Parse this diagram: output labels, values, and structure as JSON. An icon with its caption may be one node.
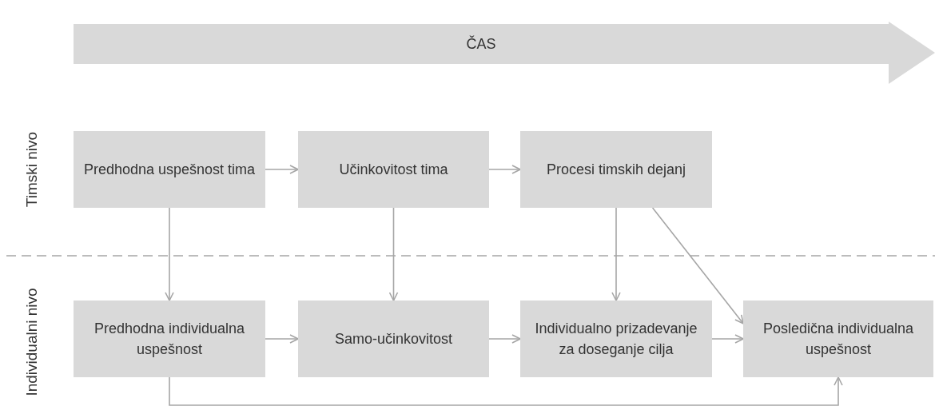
{
  "diagram": {
    "nodes": [
      {
        "text": [
          "ČAS"
        ]
      },
      {
        "text": [
          "Predhodna uspešnost tima"
        ]
      },
      {
        "text": [
          "Učinkovitost tima"
        ]
      },
      {
        "text": [
          "Procesi timskih dejanj"
        ]
      },
      {
        "text": [
          "Predhodna individualna uspešnost"
        ]
      },
      {
        "text": [
          "Samo-učinkovitost"
        ]
      },
      {
        "text": [
          "Individualno prizadevanje za doseganje cilja"
        ]
      },
      {
        "text": [
          "Posledična individualna uspešnost"
        ]
      }
    ],
    "edges": [
      {
        "from": 1,
        "to": 2,
        "arrow": "to"
      },
      {
        "from": 2,
        "to": 3,
        "arrow": "to"
      },
      {
        "from": 1,
        "to": 4,
        "arrow": "to"
      },
      {
        "from": 2,
        "to": 5,
        "arrow": "to"
      },
      {
        "from": 3,
        "to": 6,
        "arrow": "to"
      },
      {
        "from": 3,
        "to": 7,
        "arrow": "to"
      },
      {
        "from": 4,
        "to": 5,
        "arrow": "to"
      },
      {
        "from": 5,
        "to": 6,
        "arrow": "to"
      },
      {
        "from": 6,
        "to": 7,
        "arrow": "to"
      },
      {
        "from": 4,
        "to": 7,
        "arrow": "to"
      }
    ],
    "labels": [
      "Timski nivo",
      "Individualni nivo"
    ]
  }
}
